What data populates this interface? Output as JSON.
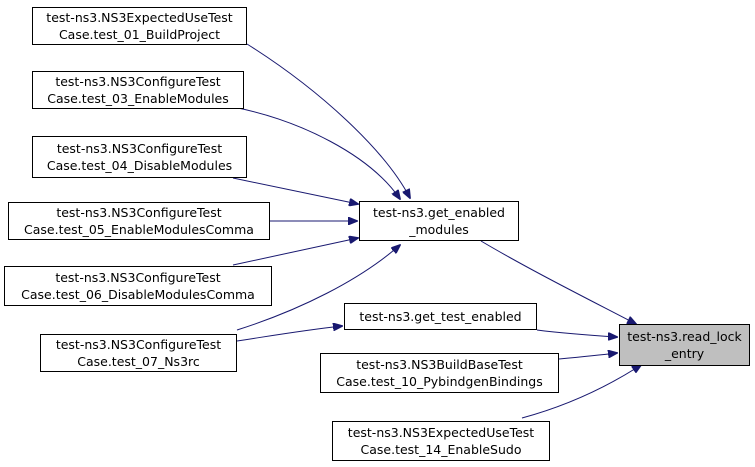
{
  "colors": {
    "edge": "#191970",
    "border": "#000000",
    "target_fill": "#bfbfbf",
    "node_fill": "#ffffff"
  },
  "nodes": {
    "read_lock_entry": {
      "line1": "test-ns3.read_lock",
      "line2": "_entry"
    },
    "get_enabled_modules": {
      "line1": "test-ns3.get_enabled",
      "line2": "_modules"
    },
    "get_test_enabled": {
      "line1": "test-ns3.get_test_enabled"
    },
    "test_01": {
      "line1": "test-ns3.NS3ExpectedUseTest",
      "line2": "Case.test_01_BuildProject"
    },
    "test_03": {
      "line1": "test-ns3.NS3ConfigureTest",
      "line2": "Case.test_03_EnableModules"
    },
    "test_04": {
      "line1": "test-ns3.NS3ConfigureTest",
      "line2": "Case.test_04_DisableModules"
    },
    "test_05": {
      "line1": "test-ns3.NS3ConfigureTest",
      "line2": "Case.test_05_EnableModulesComma"
    },
    "test_06": {
      "line1": "test-ns3.NS3ConfigureTest",
      "line2": "Case.test_06_DisableModulesComma"
    },
    "test_07": {
      "line1": "test-ns3.NS3ConfigureTest",
      "line2": "Case.test_07_Ns3rc"
    },
    "test_10": {
      "line1": "test-ns3.NS3BuildBaseTest",
      "line2": "Case.test_10_PybindgenBindings"
    },
    "test_14": {
      "line1": "test-ns3.NS3ExpectedUseTest",
      "line2": "Case.test_14_EnableSudo"
    }
  }
}
